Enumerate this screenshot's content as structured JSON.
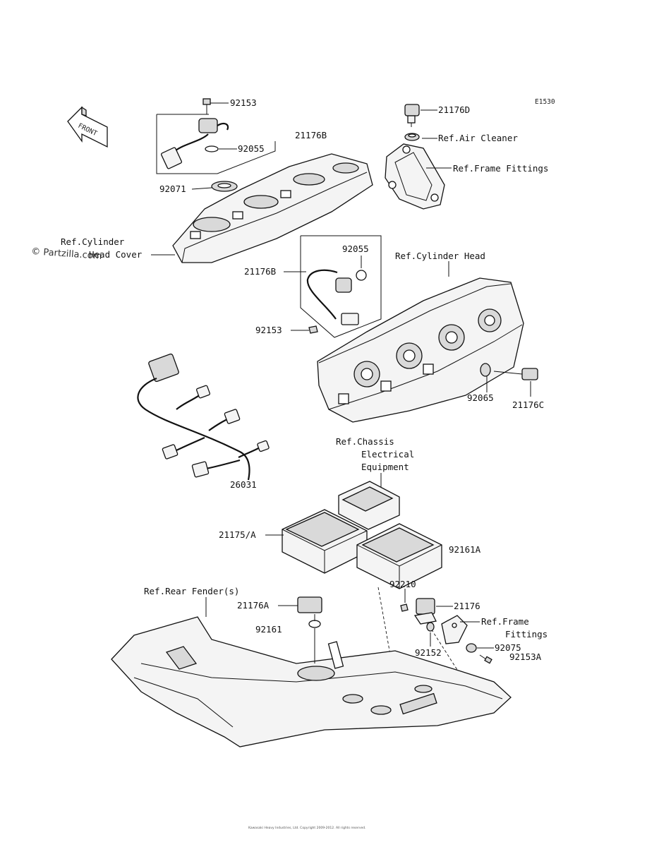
{
  "diagram_code": "E1530",
  "watermark": "© Partzilla.com",
  "front_label": "FRONT",
  "footer_text": "Kawasaki Heavy Industries, Ltd. Copyright 2009-2012. All rights reserved.",
  "parts": {
    "p92153_top": "92153",
    "p92055_top": "92055",
    "p21176B_top": "21176B",
    "p92071": "92071",
    "p21176D": "21176D",
    "p21176B_mid": "21176B",
    "p92055_mid": "92055",
    "p92153_mid": "92153",
    "p92065": "92065",
    "p21176C": "21176C",
    "p26031": "26031",
    "p21175A": "21175/A",
    "p92161A": "92161A",
    "p92210": "92210",
    "p21176A": "21176A",
    "p21176": "21176",
    "p92161": "92161",
    "p92152": "92152",
    "p92075": "92075",
    "p92153A": "92153A"
  },
  "refs": {
    "air_cleaner": "Ref.Air Cleaner",
    "frame_fittings_top": "Ref.Frame Fittings",
    "cyl_head_cover_1": "Ref.Cylinder",
    "cyl_head_cover_2": "Head Cover",
    "cyl_head": "Ref.Cylinder Head",
    "chassis_1": "Ref.Chassis",
    "chassis_2": "Electrical",
    "chassis_3": "Equipment",
    "rear_fender": "Ref.Rear Fender(s)",
    "frame_fittings_low_1": "Ref.Frame",
    "frame_fittings_low_2": "Fittings"
  }
}
